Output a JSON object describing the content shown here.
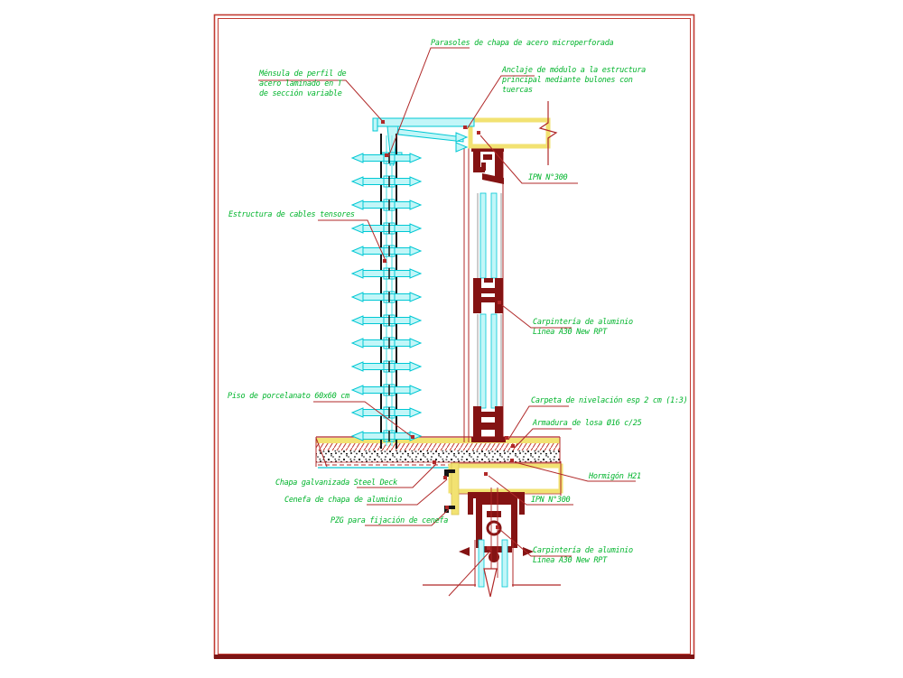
{
  "drawing": {
    "kind": "cad-construction-detail-section",
    "colors": {
      "background": "#ffffff",
      "frame_red": "#c23b32",
      "frame_bottom_dark": "#7d1414",
      "leader_red": "#b02828",
      "label_green": "#00b42c",
      "cyan_stroke": "#00c8d4",
      "cyan_fill": "#c2f6f8",
      "yellow": "#f2e272",
      "maroon": "#841313",
      "black": "#151515"
    },
    "labels": {
      "parasoles": {
        "text": "Parasoles de chapa de acero microperforada"
      },
      "mensula": {
        "lines": [
          "Ménsula de perfil de",
          "acero laminado en T",
          "de sección variable"
        ]
      },
      "anclaje": {
        "lines": [
          "Anclaje de módulo a la estructura",
          "principal mediante bulones con",
          "tuercas"
        ]
      },
      "ipn_top": {
        "text": "IPN N°300"
      },
      "estructura": {
        "text": "Estructura de cables tensores"
      },
      "carpinteria_media": {
        "lines": [
          "Carpintería de aluminio",
          "Línea A30 New RPT"
        ]
      },
      "piso": {
        "text": "Piso de porcelanato 60x60 cm"
      },
      "carpeta": {
        "text": "Carpeta de nivelación esp 2 cm (1:3)"
      },
      "armadura": {
        "text": "Armadura de losa Ø16 c/25"
      },
      "hormigon": {
        "text": "Hormigón H21"
      },
      "ipn_bottom": {
        "text": "IPN N°300"
      },
      "chapa": {
        "text": "Chapa galvanizada Steel Deck"
      },
      "cenefa": {
        "text": "Cenefa de chapa de aluminio"
      },
      "pzg": {
        "text": "PZG para fijación de cenefa"
      },
      "carpinteria_inferior": {
        "lines": [
          "Carpintería de aluminio",
          "Línea A30 New RPT"
        ]
      }
    }
  }
}
